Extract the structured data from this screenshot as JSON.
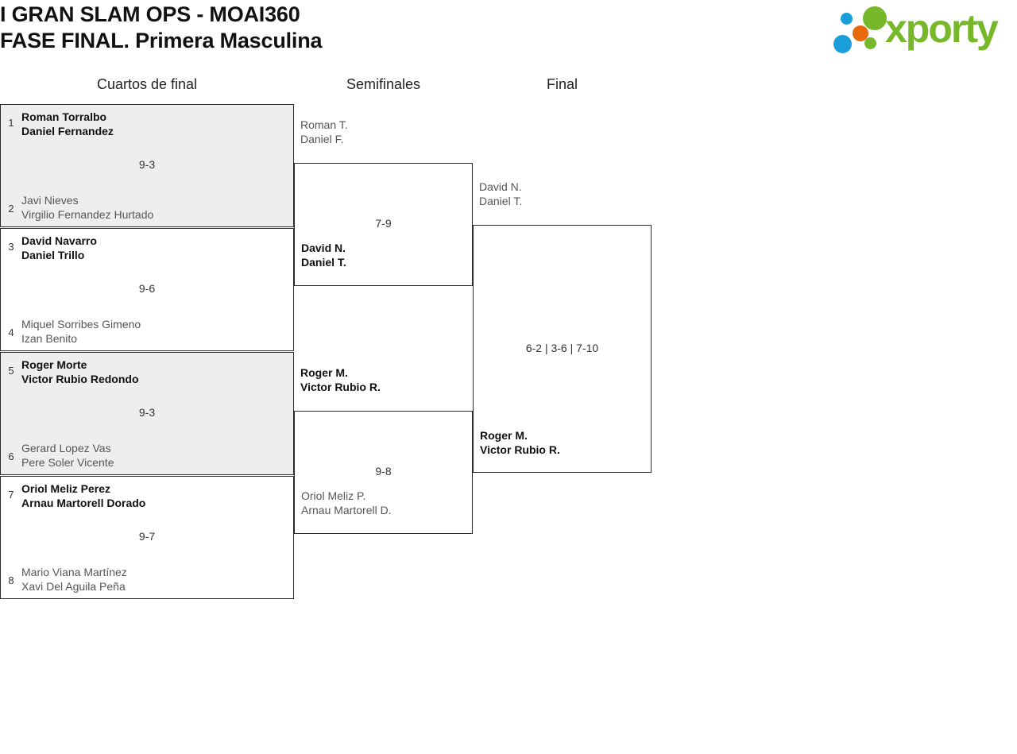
{
  "header": {
    "title_line1": "I GRAN SLAM OPS - MOAI360",
    "title_line2": "FASE FINAL. Primera Masculina",
    "logo_text": "xporty",
    "logo_colors": {
      "green": "#76b82a",
      "blue": "#1b9dd9",
      "orange": "#e8690b"
    }
  },
  "rounds": [
    {
      "label": "Cuartos de final"
    },
    {
      "label": "Semifinales"
    },
    {
      "label": "Final"
    }
  ],
  "quarterfinals": [
    {
      "score": "9-3",
      "top": {
        "seed": "1",
        "player1": "Roman Torralbo",
        "player2": "Daniel Fernandez"
      },
      "bottom": {
        "seed": "2",
        "player1": "Javi Nieves",
        "player2": "Virgilio Fernandez Hurtado"
      }
    },
    {
      "score": "9-6",
      "top": {
        "seed": "3",
        "player1": "David Navarro",
        "player2": "Daniel Trillo"
      },
      "bottom": {
        "seed": "4",
        "player1": "Miquel Sorribes Gimeno",
        "player2": "Izan Benito"
      }
    },
    {
      "score": "9-3",
      "top": {
        "seed": "5",
        "player1": "Roger Morte",
        "player2": "Victor Rubio Redondo"
      },
      "bottom": {
        "seed": "6",
        "player1": "Gerard Lopez Vas",
        "player2": "Pere Soler Vicente"
      }
    },
    {
      "score": "9-7",
      "top": {
        "seed": "7",
        "player1": "Oriol Meliz Perez",
        "player2": "Arnau Martorell Dorado"
      },
      "bottom": {
        "seed": "8",
        "player1": "Mario Viana Martínez",
        "player2": "Xavi Del Aguila Peña"
      }
    }
  ],
  "semifinals": [
    {
      "score": "7-9",
      "top": {
        "player1": "Roman T.",
        "player2": "Daniel F."
      },
      "bottom": {
        "player1": "David N.",
        "player2": "Daniel T."
      }
    },
    {
      "score": "9-8",
      "top": {
        "player1": "Roger M.",
        "player2": "Victor Rubio R."
      },
      "bottom": {
        "player1": "Oriol Meliz P.",
        "player2": "Arnau Martorell D."
      }
    }
  ],
  "final": {
    "score": "6-2 | 3-6 | 7-10",
    "top": {
      "player1": "David N.",
      "player2": "Daniel T."
    },
    "bottom": {
      "player1": "Roger M.",
      "player2": "Victor Rubio R."
    }
  }
}
